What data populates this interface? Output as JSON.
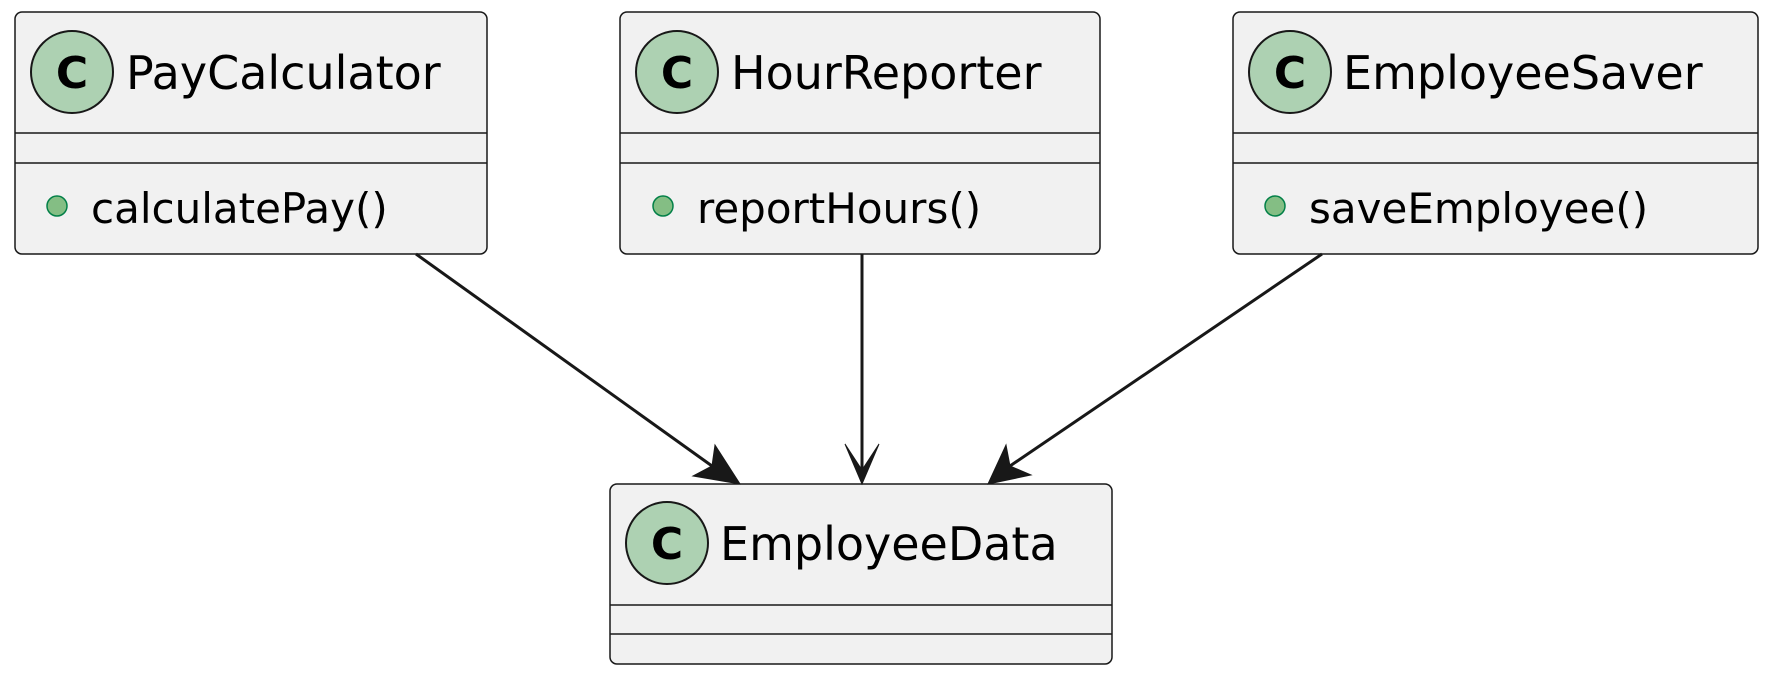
{
  "classes": {
    "pay_calculator": {
      "stereotype_letter": "C",
      "name": "PayCalculator",
      "methods": [
        {
          "visibility": "public",
          "signature": "calculatePay()"
        }
      ]
    },
    "hour_reporter": {
      "stereotype_letter": "C",
      "name": "HourReporter",
      "methods": [
        {
          "visibility": "public",
          "signature": "reportHours()"
        }
      ]
    },
    "employee_saver": {
      "stereotype_letter": "C",
      "name": "EmployeeSaver",
      "methods": [
        {
          "visibility": "public",
          "signature": "saveEmployee()"
        }
      ]
    },
    "employee_data": {
      "stereotype_letter": "C",
      "name": "EmployeeData",
      "methods": []
    }
  },
  "relations": [
    {
      "from": "PayCalculator",
      "to": "EmployeeData",
      "type": "association-arrow"
    },
    {
      "from": "HourReporter",
      "to": "EmployeeData",
      "type": "association-arrow"
    },
    {
      "from": "EmployeeSaver",
      "to": "EmployeeData",
      "type": "association-arrow"
    }
  ],
  "colors": {
    "class_background": "#f1f1f1",
    "border": "#181818",
    "class_badge": "#add1b2",
    "public_visibility_dot": "#84be84"
  }
}
